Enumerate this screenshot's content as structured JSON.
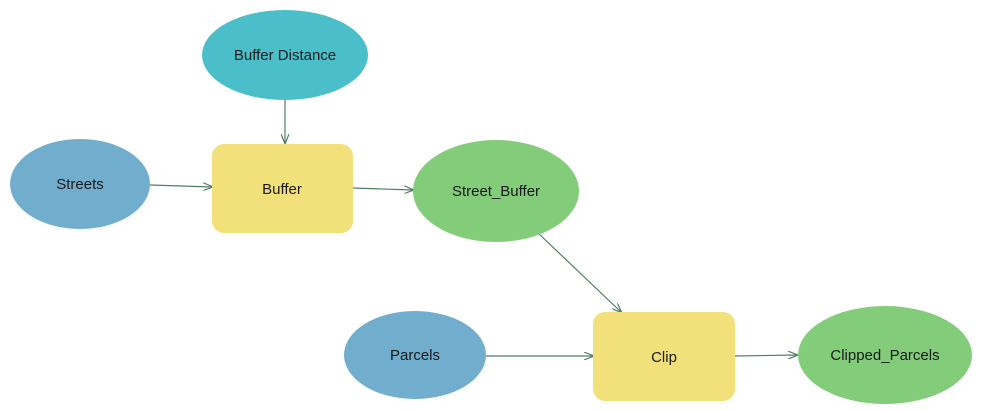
{
  "nodes": {
    "buffer_distance": {
      "label": "Buffer Distance",
      "kind": "parameter",
      "color": "#4BBFC9"
    },
    "streets": {
      "label": "Streets",
      "kind": "input-data",
      "color": "#71AECD"
    },
    "buffer": {
      "label": "Buffer",
      "kind": "tool",
      "color": "#F2E17A"
    },
    "street_buffer": {
      "label": "Street_Buffer",
      "kind": "derived-data",
      "color": "#82CC7A"
    },
    "parcels": {
      "label": "Parcels",
      "kind": "input-data",
      "color": "#71AECD"
    },
    "clip": {
      "label": "Clip",
      "kind": "tool",
      "color": "#F2E17A"
    },
    "clipped_parcels": {
      "label": "Clipped_Parcels",
      "kind": "derived-data",
      "color": "#82CC7A"
    }
  },
  "connectors": [
    {
      "from": "Buffer Distance",
      "to": "Buffer"
    },
    {
      "from": "Streets",
      "to": "Buffer"
    },
    {
      "from": "Buffer",
      "to": "Street_Buffer"
    },
    {
      "from": "Street_Buffer",
      "to": "Clip"
    },
    {
      "from": "Parcels",
      "to": "Clip"
    },
    {
      "from": "Clip",
      "to": "Clipped_Parcels"
    }
  ],
  "colors": {
    "connector": "#4F7F63",
    "label": "#1A1A1A",
    "background": "#FFFFFF"
  }
}
